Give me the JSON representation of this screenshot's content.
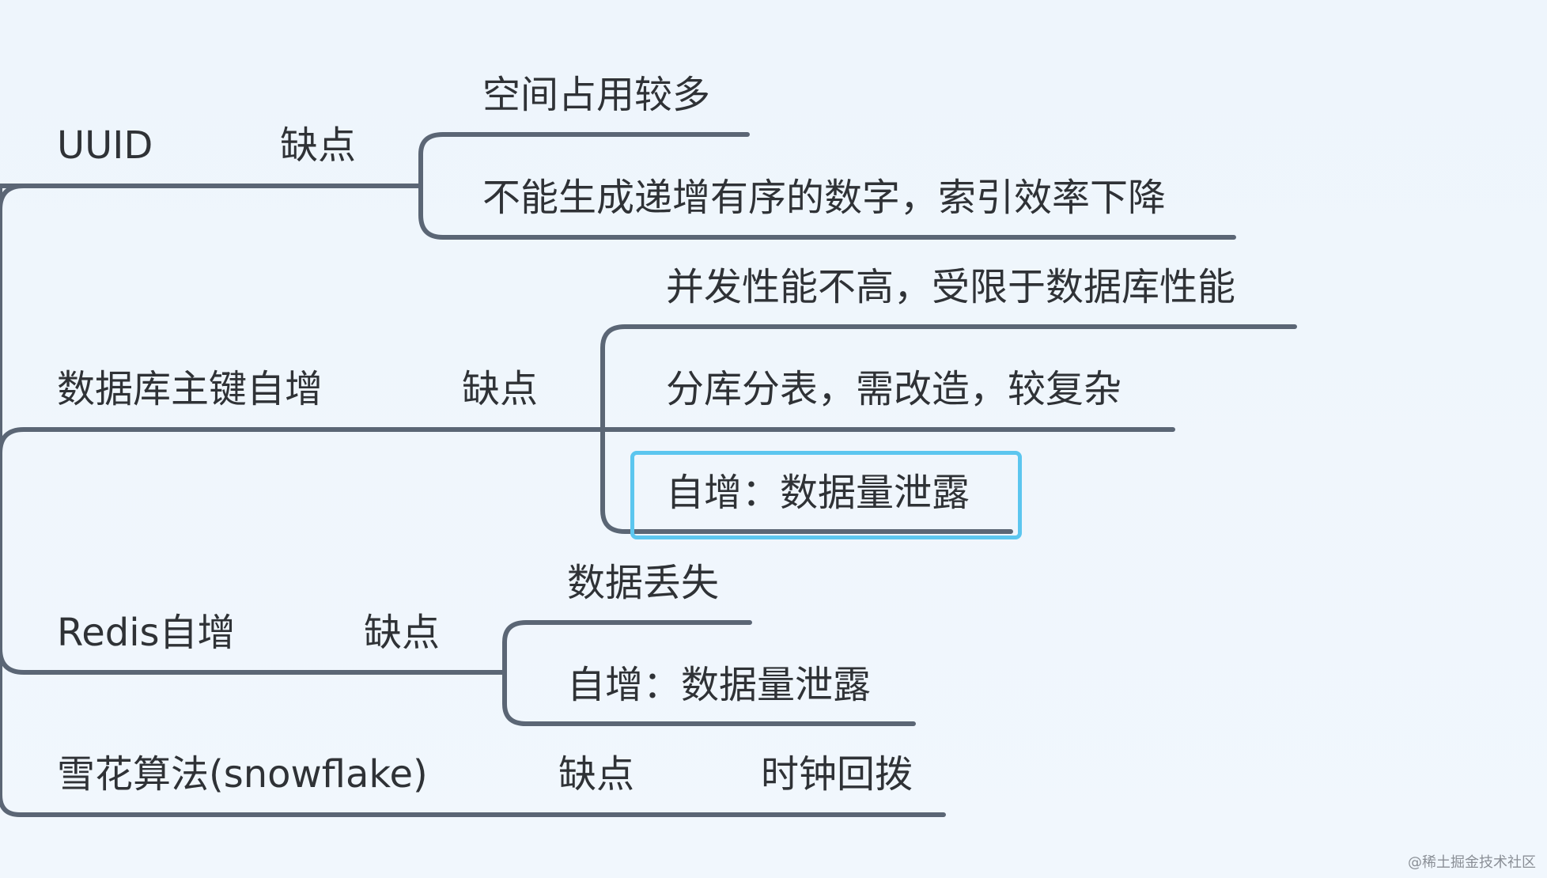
{
  "mindmap": {
    "branches": [
      {
        "topic": "UUID",
        "category": "缺点",
        "children": [
          "空间占用较多",
          "不能生成递增有序的数字，索引效率下降"
        ]
      },
      {
        "topic": "数据库主键自增",
        "category": "缺点",
        "children": [
          "并发性能不高，受限于数据库性能",
          "分库分表，需改造，较复杂",
          "自增：数据量泄露"
        ]
      },
      {
        "topic": "Redis自增",
        "category": "缺点",
        "children": [
          "数据丢失",
          "自增：数据量泄露"
        ]
      },
      {
        "topic": "雪花算法(snowflake)",
        "category": "缺点",
        "children": [
          "时钟回拨"
        ]
      }
    ],
    "line_color": "#5b6675",
    "selection_color": "#5cc6ef"
  },
  "watermark": "@稀土掘金技术社区"
}
